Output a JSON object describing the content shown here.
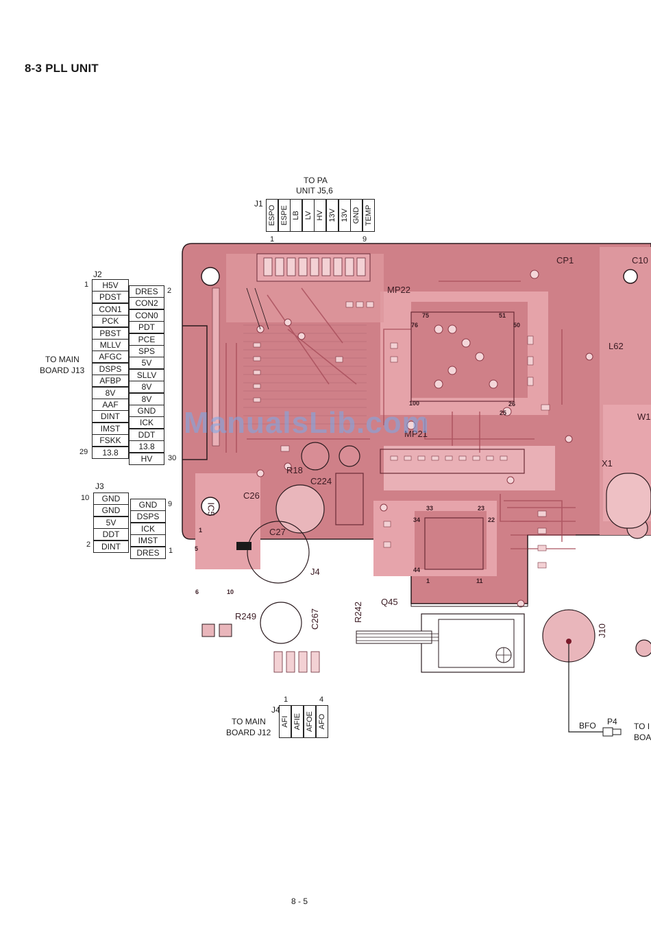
{
  "title": "8-3  PLL UNIT",
  "watermark": "ManualsLib.com",
  "page_number": "8 - 5",
  "j1": {
    "dest_line1": "TO PA",
    "dest_line2": "UNIT J5,6",
    "name": "J1",
    "pin_first": "1",
    "pin_last": "9",
    "pins": [
      "ESPO",
      "ESPE",
      "LB",
      "LV",
      "HV",
      "13V",
      "13V",
      "GND",
      "TEMP"
    ]
  },
  "j2": {
    "name": "J2",
    "dest_line1": "TO MAIN",
    "dest_line2": "BOARD J13",
    "pin_tl": "1",
    "pin_tr": "2",
    "pin_bl": "29",
    "pin_br": "30",
    "left": [
      "H5V",
      "PDST",
      "CON1",
      "PCK",
      "PBST",
      "MLLV",
      "AFGC",
      "DSPS",
      "AFBP",
      "8V",
      "AAF",
      "DINT",
      "IMST",
      "FSKK",
      "13.8"
    ],
    "right": [
      "DRES",
      "CON2",
      "CON0",
      "PDT",
      "PCE",
      "SPS",
      "5V",
      "SLLV",
      "8V",
      "8V",
      "GND",
      "ICK",
      "DDT",
      "13.8",
      "HV"
    ]
  },
  "j3": {
    "name": "J3",
    "pin_tl": "10",
    "pin_tr": "9",
    "pin_bl": "2",
    "pin_br": "1",
    "left": [
      "GND",
      "GND",
      "5V",
      "DDT",
      "DINT"
    ],
    "right": [
      "GND",
      "DSPS",
      "ICK",
      "IMST",
      "DRES"
    ]
  },
  "j4": {
    "name": "J4",
    "dest_line1": "TO MAIN",
    "dest_line2": "BOARD J12",
    "pin_first": "1",
    "pin_last": "4",
    "pins": [
      "AFI",
      "AFIE",
      "AFOE",
      "AFO"
    ]
  },
  "p4": {
    "signal": "BFO",
    "name": "P4",
    "dest_line1": "TO I",
    "dest_line2": "BOA"
  },
  "pcb_labels": [
    "MP22",
    "CP1",
    "C10",
    "MP21",
    "R18",
    "C224",
    "C26",
    "IC5",
    "C27",
    "J4",
    "R242",
    "C267",
    "Q45",
    "R249",
    "X1",
    "W1",
    "L62",
    "J10"
  ],
  "pcb_pins": [
    "75",
    "76",
    "51",
    "50",
    "26",
    "25",
    "100",
    "33",
    "34",
    "23",
    "22",
    "44",
    "11",
    "1",
    "5",
    "6",
    "10",
    "1"
  ],
  "colors": {
    "pcb": "#cf8088",
    "pcb_dark": "#b05a66",
    "pcb_light": "#eec0c4",
    "ink": "#1a1a1a"
  }
}
